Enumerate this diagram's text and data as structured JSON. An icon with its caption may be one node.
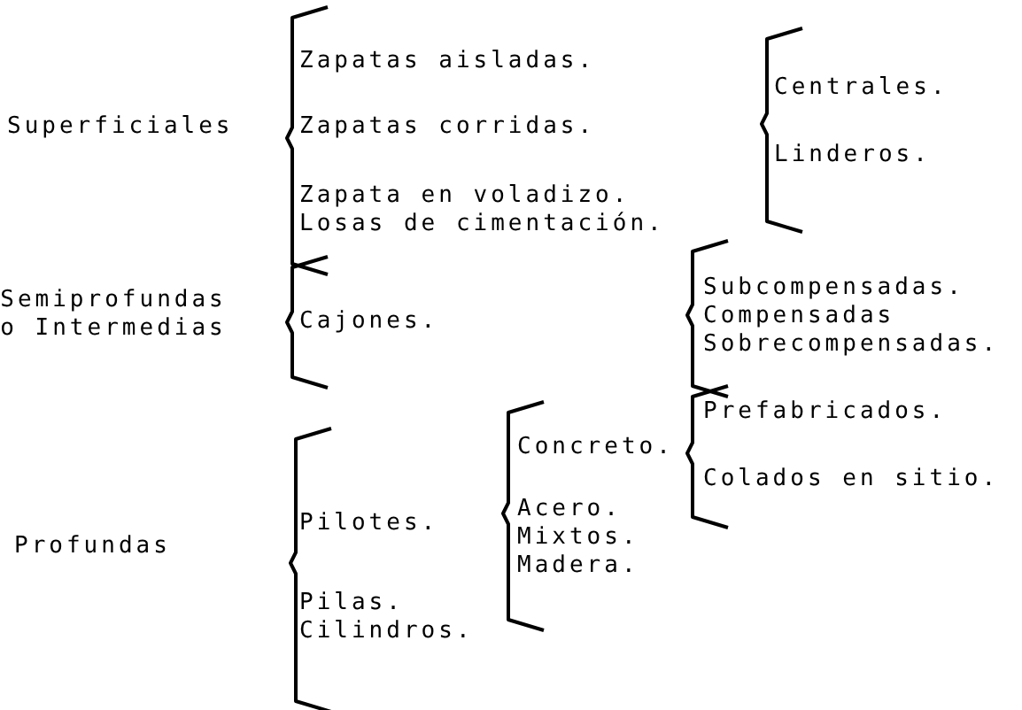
{
  "diagram": {
    "nodes": [
      {
        "text": [
          "Superficiales"
        ]
      },
      {
        "text": [
          "Zapatas aisladas."
        ]
      },
      {
        "text": [
          "Zapatas corridas."
        ]
      },
      {
        "text": [
          "Zapata en voladizo."
        ]
      },
      {
        "text": [
          "Losas de cimentación."
        ]
      },
      {
        "text": [
          "Centrales."
        ]
      },
      {
        "text": [
          "Linderos."
        ]
      },
      {
        "text": [
          "Semiprofundas o Intermedias"
        ]
      },
      {
        "text": [
          "Cajones."
        ]
      },
      {
        "text": [
          "Subcompensadas."
        ]
      },
      {
        "text": [
          "Compensadas"
        ]
      },
      {
        "text": [
          "Sobrecompensadas."
        ]
      },
      {
        "text": [
          "Prefabricados."
        ]
      },
      {
        "text": [
          "Concreto."
        ]
      },
      {
        "text": [
          "Colados en sitio."
        ]
      },
      {
        "text": [
          "Acero."
        ]
      },
      {
        "text": [
          "Mixtos."
        ]
      },
      {
        "text": [
          "Madera."
        ]
      },
      {
        "text": [
          "Profundas"
        ]
      },
      {
        "text": [
          "Pilotes."
        ]
      },
      {
        "text": [
          "Pilas."
        ]
      },
      {
        "text": [
          "Cilindros."
        ]
      }
    ]
  }
}
